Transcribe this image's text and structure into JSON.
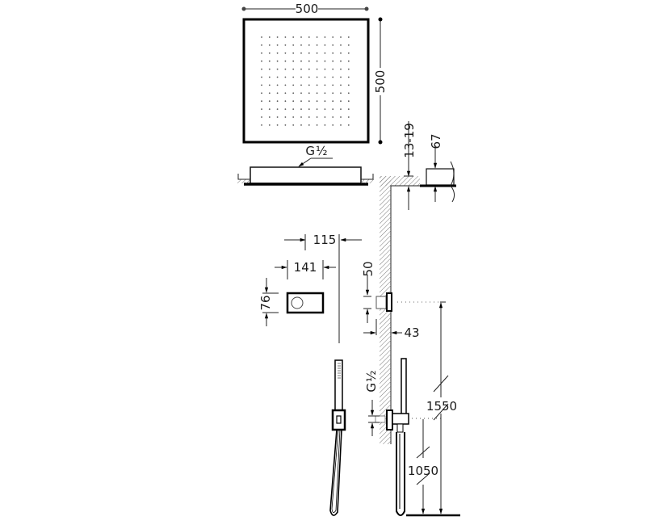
{
  "drawing": {
    "type": "technical drawing - concealed thermostatic shower set",
    "colors": {
      "line": "#000000",
      "background": "#ffffff",
      "hatch": "#777777"
    }
  },
  "labels": {
    "head_width": "500",
    "head_height": "500",
    "head_thread": "G",
    "head_thread_frac": "½",
    "ceiling_thickness": "13-19",
    "head_depth": "67",
    "control_depth_outer": "115",
    "control_width": "141",
    "control_height": "76",
    "outlet_offset": "50",
    "outlet_projection": "43",
    "handshower_thread": "G",
    "handshower_thread_frac": "½",
    "outlet_height": "1550",
    "holder_height": "1050"
  },
  "shower_head_grid": {
    "rows": 12,
    "cols": 12
  }
}
